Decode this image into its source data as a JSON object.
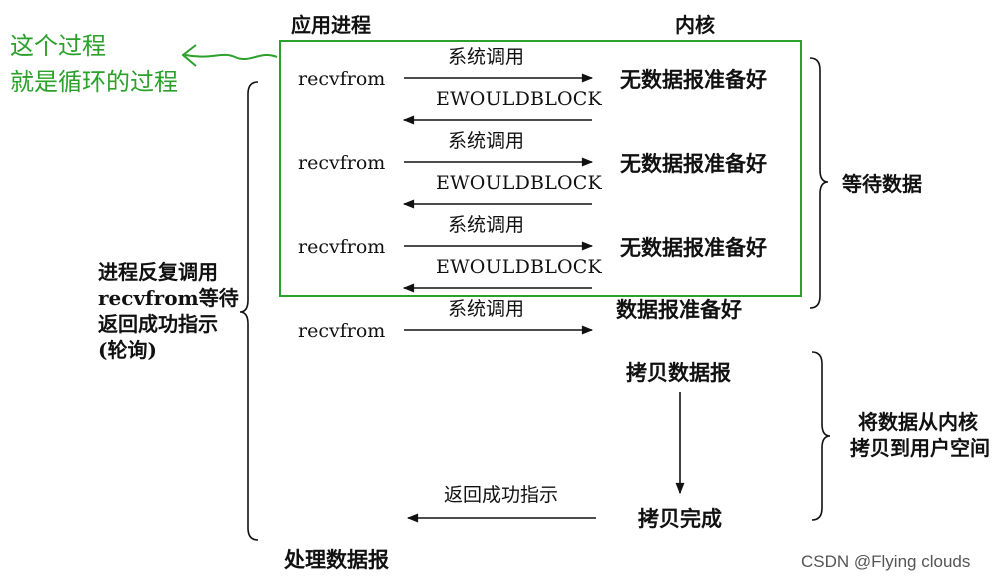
{
  "columns": {
    "app": "应用进程",
    "kernel": "内核"
  },
  "annotation": {
    "line1": "这个过程",
    "line2": "就是循环的过程"
  },
  "rows": [
    {
      "call": "recvfrom",
      "syscall": "系统调用",
      "reply": "EWOULDBLOCK",
      "kernel_state": "无数据报准备好"
    },
    {
      "call": "recvfrom",
      "syscall": "系统调用",
      "reply": "EWOULDBLOCK",
      "kernel_state": "无数据报准备好"
    },
    {
      "call": "recvfrom",
      "syscall": "系统调用",
      "reply": "EWOULDBLOCK",
      "kernel_state": "无数据报准备好"
    }
  ],
  "final_call": {
    "call": "recvfrom",
    "syscall": "系统调用",
    "kernel_state": "数据报准备好"
  },
  "copy": {
    "start": "拷贝数据报",
    "done": "拷贝完成",
    "return": "返回成功指示"
  },
  "left_brace": {
    "l1": "进程反复调用",
    "l2": "recvfrom等待",
    "l3": "返回成功指示",
    "l4": "(轮询)"
  },
  "right_braces": {
    "wait": "等待数据",
    "copy_l1": "将数据从内核",
    "copy_l2": "拷贝到用户空间"
  },
  "process": "处理数据报",
  "watermark": "CSDN @Flying  clouds",
  "colors": {
    "highlight": "#2aa12a",
    "ink": "#111111"
  }
}
